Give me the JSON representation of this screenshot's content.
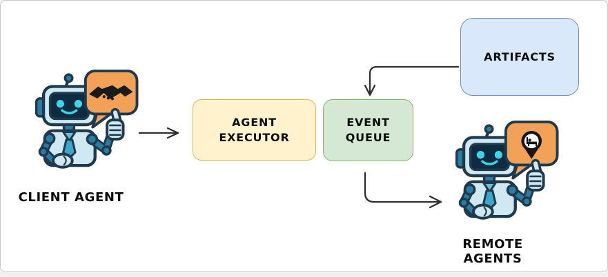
{
  "diagram": {
    "title": "A2A client/remote agent flow diagram",
    "nodes": {
      "agent_executor": {
        "label": "AGENT\nEXECUTOR",
        "fill": "#FFF2CC",
        "border": "#D6B656"
      },
      "event_queue": {
        "label": "EVENT\nQUEUE",
        "fill": "#D5E8D4",
        "border": "#82B366"
      },
      "artifacts": {
        "label": "ARTIFACTS",
        "fill": "#DAE8FC",
        "border": "#6C8EBF"
      }
    },
    "robots": {
      "client": {
        "label": "CLIENT AGENT",
        "bubble_icon": "handshake-icon"
      },
      "remote": {
        "label": "REMOTE AGENTS",
        "bubble_icon": "hotel-location-pin-icon"
      }
    },
    "edges": [
      {
        "from": "client-agent",
        "to": "agent-executor",
        "style": "open-arrow"
      },
      {
        "from": "artifacts",
        "to": "event-queue",
        "style": "open-arrow, elbow"
      },
      {
        "from": "event-queue",
        "to": "remote-agents",
        "style": "open-arrow, elbow"
      }
    ],
    "palette": {
      "arrow": "#2E2E2E",
      "bubble_orange": "#F2A157",
      "robot_shell": "#CFE8F2",
      "robot_screen": "#0D2C42",
      "robot_accent": "#3FD4E6",
      "robot_limbs": "#2A7CA3",
      "robot_outline": "#1F3A4D",
      "icon_dark": "#1A1A1A",
      "frame_border": "#C9C9C9"
    }
  }
}
